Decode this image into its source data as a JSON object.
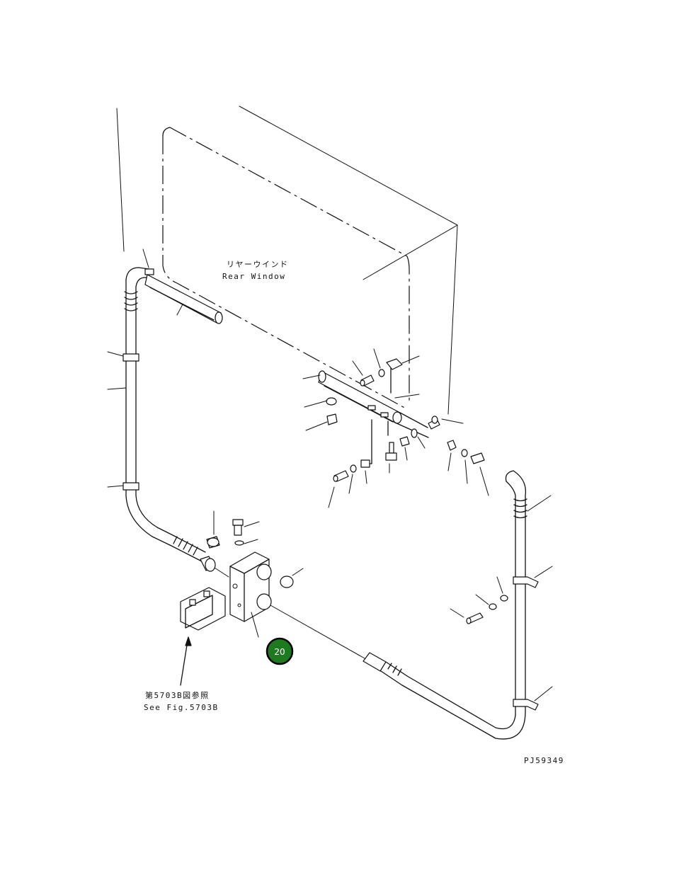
{
  "labels": {
    "rear_window_jp": "リヤーウインド",
    "rear_window_en": "Rear Window",
    "ref_jp": "第5703B図参照",
    "ref_en": "See Fig.5703B",
    "drawing_code": "PJ59349"
  },
  "callout": {
    "number": "20",
    "color": "#1e7a1e"
  }
}
